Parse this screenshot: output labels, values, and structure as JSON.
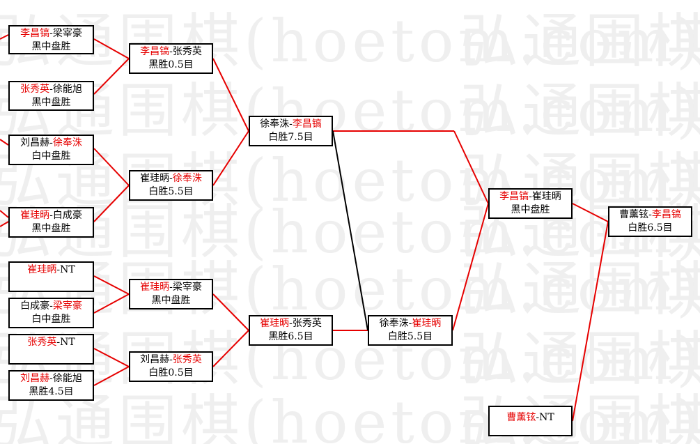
{
  "watermark": "弘通围棋(hoetom.com)",
  "colors": {
    "winner": "#e60000",
    "line_red": "#e60000",
    "line_black": "#000000"
  },
  "games": {
    "r1_1": {
      "p1": "李昌镐",
      "p2": "梁宰豪",
      "sep": "-",
      "result": "黑中盘胜"
    },
    "r1_2": {
      "p1": "张秀英",
      "p2": "徐能旭",
      "sep": "-",
      "result": "黑中盘胜"
    },
    "r1_3": {
      "p1": "刘昌赫",
      "p2": "徐奉洙",
      "sep": "-",
      "result": "白中盘胜"
    },
    "r1_4": {
      "p1": "崔珪昞",
      "p2": "白成豪",
      "sep": "-",
      "result": "黑中盘胜"
    },
    "r1_5": {
      "p1": "崔珪昞",
      "p2": "NT",
      "sep": "-",
      "result": ""
    },
    "r1_6": {
      "p1": "白成豪",
      "p2": "梁宰豪",
      "sep": "-",
      "result": "白中盘胜"
    },
    "r1_7": {
      "p1": "张秀英",
      "p2": "NT",
      "sep": "-",
      "result": ""
    },
    "r1_8": {
      "p1": "刘昌赫",
      "p2": "徐能旭",
      "sep": "-",
      "result": "黑胜4.5目"
    },
    "r2_1": {
      "p1": "李昌镐",
      "p2": "张秀英",
      "sep": "-",
      "result": "黑胜0.5目"
    },
    "r2_2": {
      "p1": "崔珪昞",
      "p2": "徐奉洙",
      "sep": "-",
      "result": "白胜5.5目"
    },
    "r2_3": {
      "p1": "崔珪昞",
      "p2": "梁宰豪",
      "sep": "-",
      "result": "黑中盘胜"
    },
    "r2_4": {
      "p1": "刘昌赫",
      "p2": "张秀英",
      "sep": "-",
      "result": "白胜0.5目"
    },
    "r3_1": {
      "p1": "徐奉洙",
      "p2": "李昌镐",
      "sep": "-",
      "result": "白胜7.5目"
    },
    "r3_2": {
      "p1": "崔珪昞",
      "p2": "张秀英",
      "sep": "-",
      "result": "黑胜6.5目"
    },
    "r4_1": {
      "p1": "徐奉洙",
      "p2": "崔珪昞",
      "sep": "-",
      "result": "白胜5.5目"
    },
    "r5_1": {
      "p1": "李昌镐",
      "p2": "崔珪昞",
      "sep": "-",
      "result": "黑中盘胜"
    },
    "r5_2": {
      "p1": "曹薰铉",
      "p2": "NT",
      "sep": "-",
      "result": ""
    },
    "final": {
      "p1": "曹薰铉",
      "p2": "李昌镐",
      "sep": "-",
      "result": "白胜6.5目"
    }
  }
}
